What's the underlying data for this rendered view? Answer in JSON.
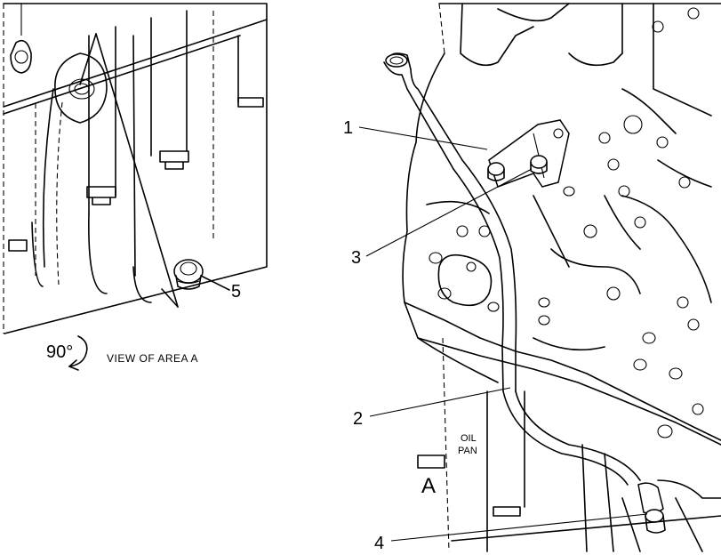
{
  "callouts": {
    "c1": "1",
    "c2": "2",
    "c3": "3",
    "c4": "4",
    "c5": "5"
  },
  "view": {
    "rotation": "90°",
    "caption": "VIEW OF AREA  A"
  },
  "labels": {
    "oil_pan_line1": "OIL",
    "oil_pan_line2": "PAN",
    "area_marker": "A"
  },
  "icons": [
    "rotate-arrow-icon"
  ]
}
